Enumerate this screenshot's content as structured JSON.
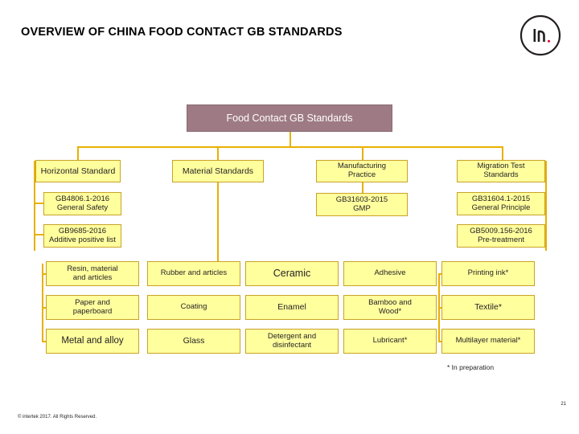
{
  "slide": {
    "title": "OVERVIEW OF CHINA FOOD CONTACT GB STANDARDS",
    "logo_name": "in-logo",
    "footnote": "* In preparation",
    "footer": "© intertek 2017. All Rights Reserved.",
    "page_number": "21"
  },
  "diagram": {
    "root": "Food Contact GB Standards",
    "columns": [
      {
        "header": "Horizontal Standard",
        "sub": [
          "GB4806.1-2016\nGeneral Safety",
          "GB9685-2016\nAdditive positive list"
        ]
      },
      {
        "header": "Material Standards",
        "sub": []
      },
      {
        "header": "Manufacturing Practice",
        "sub": [
          "GB31603-2015\nGMP"
        ]
      },
      {
        "header": "Migration Test Standards",
        "sub": [
          "GB31604.1-2015\nGeneral Principle",
          "GB5009.156-2016\nPre-treatment"
        ]
      }
    ],
    "materials": [
      [
        "Resin, material and articles",
        "Rubber and articles",
        "Ceramic",
        "Adhesive",
        "Printing ink*"
      ],
      [
        "Paper and paperboard",
        "Coating",
        "Enamel",
        "Bamboo and Wood*",
        "Textile*"
      ],
      [
        "Metal and alloy",
        "Glass",
        "Detergent and disinfectant",
        "Lubricant*",
        "Multilayer material*"
      ]
    ]
  }
}
